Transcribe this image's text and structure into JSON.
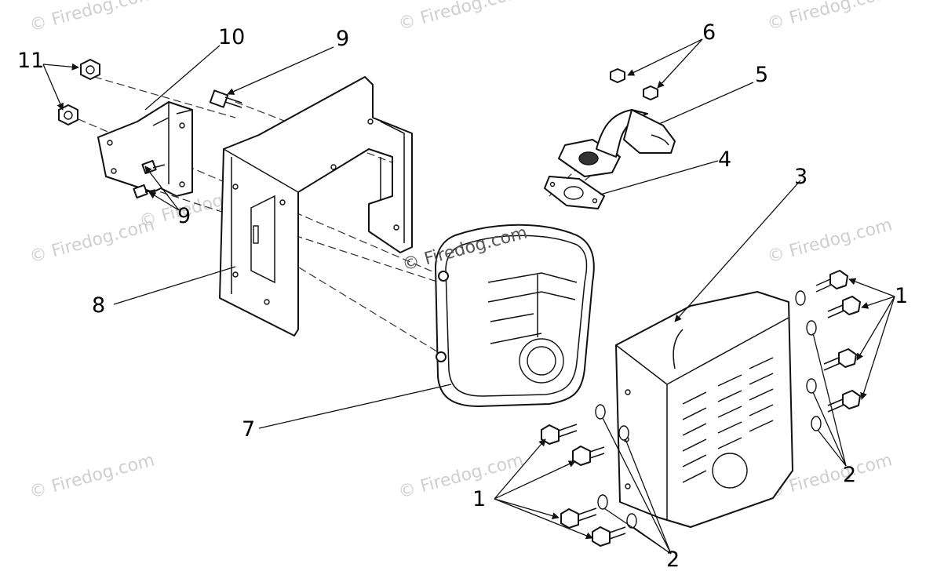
{
  "watermarks": [
    "© Firedog.com",
    "© Firedog.com",
    "© Firedog.com",
    "© Firedog.com",
    "© Firedog.com",
    "© Firedog.com",
    "© Firedog.com",
    "© Firedog.com",
    "© Firedog.com"
  ],
  "center_watermark": "© Firedog.com",
  "callouts": {
    "c1a": "1",
    "c1b": "1",
    "c2a": "2",
    "c2b": "2",
    "c3": "3",
    "c4": "4",
    "c5": "5",
    "c6": "6",
    "c7": "7",
    "c8": "8",
    "c9a": "9",
    "c9b": "9",
    "c10": "10",
    "c11": "11"
  },
  "icons": [
    "arrow-icon"
  ]
}
